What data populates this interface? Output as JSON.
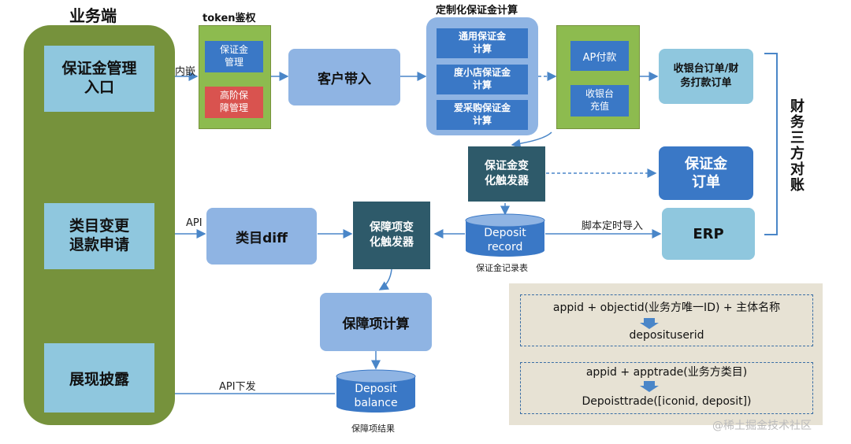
{
  "colors": {
    "green": "#76923c",
    "light_blue": "#8fc7de",
    "mid_blue": "#8fb4e3",
    "dark_teal": "#2e5a6a",
    "royal_blue": "#3a78c6",
    "red": "#d9534f",
    "beige": "#e7e2d4",
    "arrow": "#4a86c8"
  },
  "business_end": {
    "title": "业务端",
    "box1": "保证金管理\n入口",
    "box2": "类目变更\n退款申请",
    "box3": "展现披露"
  },
  "token_auth": {
    "title": "token鉴权",
    "item1": "保证金\n管理",
    "item2": "高阶保\n障管理"
  },
  "labels": {
    "embed": "内嵌",
    "api": "API",
    "api_down": "API下发",
    "script_import": "脚本定时导入",
    "deposit_record_caption": "保证金记录表",
    "deposit_balance_caption": "保障项结果",
    "custom_calc_title": "定制化保证金计算"
  },
  "nodes": {
    "customer": "客户带入",
    "calc1": "通用保证金\n计算",
    "calc2": "度小店保证金\n计算",
    "calc3": "爱采购保证金\n计算",
    "ap_pay": "AP付款",
    "cashier_recharge": "收银台\n充值",
    "cashier_order": "收银台订单/财\n务打款订单",
    "deposit_trigger": "保证金变\n化触发器",
    "deposit_order": "保证金\n订单",
    "erp": "ERP",
    "category_diff": "类目diff",
    "guarantee_trigger": "保障项变\n化触发器",
    "guarantee_calc": "保障项计算",
    "deposit_record": "Deposit\nrecord",
    "deposit_balance": "Deposit\nbalance",
    "finance_reconcile": "财务三方对账"
  },
  "legend": {
    "line1": "appid  + objectid(业务方唯一ID) + 主体名称",
    "line1_result": "deposituserid",
    "line2": "appid  + apptrade(业务方类目)",
    "line2_result": "Depoisttrade([iconid, deposit])"
  },
  "watermark": "@稀土掘金技术社区"
}
